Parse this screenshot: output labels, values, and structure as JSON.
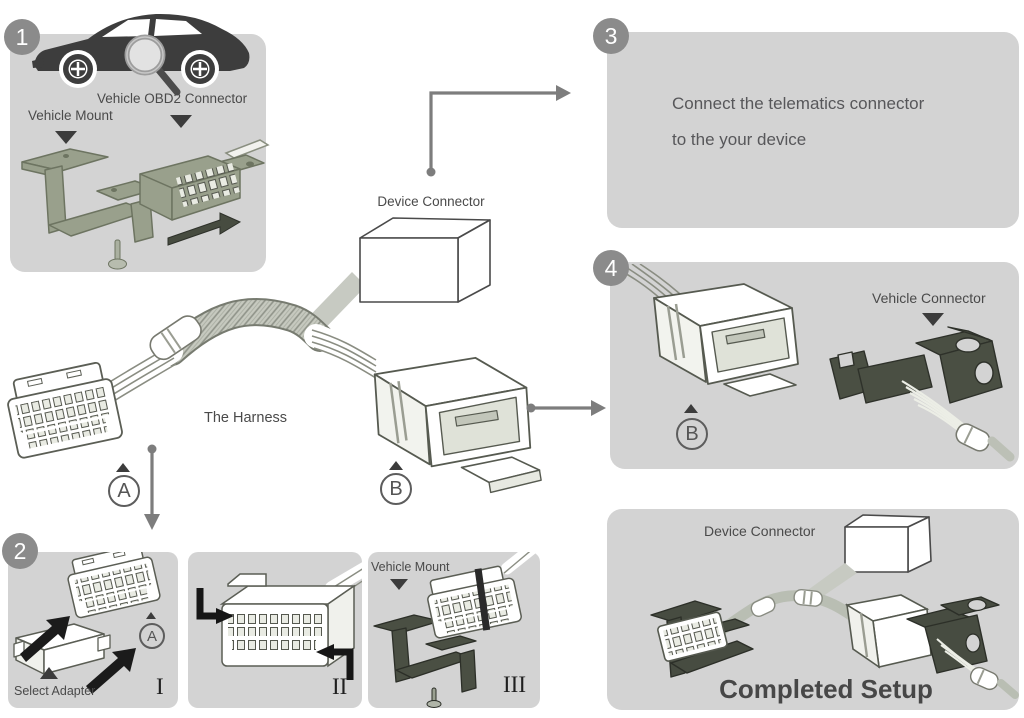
{
  "colors": {
    "panel_bg": "#d3d3d3",
    "badge_bg": "#8b8b8b",
    "badge_text": "#ffffff",
    "label_text": "#4a4a4a",
    "arrow_gray": "#7d7d7d",
    "car_dark": "#3d3d3d",
    "olive_part": "#99a08c",
    "dark_part": "#4a4f43",
    "cable_gray": "#bcc0b6",
    "line_art_stroke": "#5b5e55"
  },
  "step1": {
    "badge": "1",
    "obd2_label": "Vehicle OBD2 Connector",
    "mount_label": "Vehicle Mount"
  },
  "step2": {
    "badge": "2",
    "panels": [
      {
        "numeral": "I",
        "select_adapter_label": "Select Adapter",
        "marker": "A"
      },
      {
        "numeral": "II"
      },
      {
        "numeral": "III",
        "mount_label": "Vehicle Mount"
      }
    ]
  },
  "step3": {
    "badge": "3",
    "line1": "Connect the telematics connector",
    "line2": "to the your device"
  },
  "step4": {
    "badge": "4",
    "vehicle_connector_label": "Vehicle Connector",
    "marker": "B"
  },
  "center": {
    "device_connector_label": "Device Connector",
    "harness_label": "The Harness",
    "marker_a": "A",
    "marker_b": "B"
  },
  "completed": {
    "device_connector_label": "Device Connector",
    "title": "Completed Setup"
  }
}
